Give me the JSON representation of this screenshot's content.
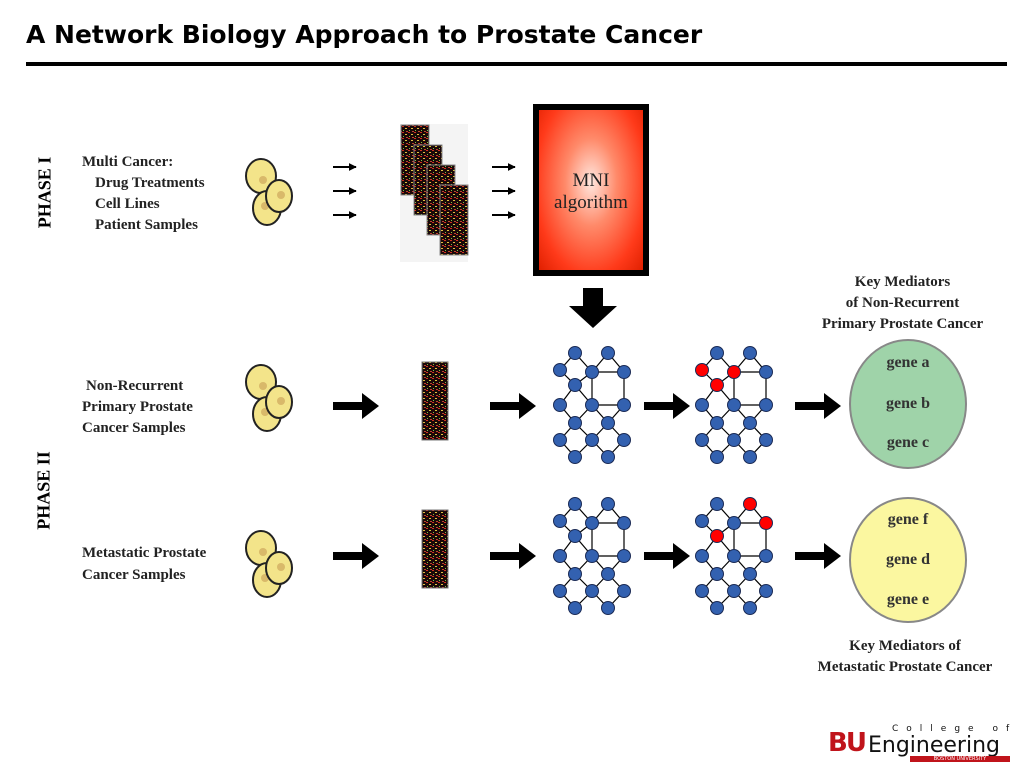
{
  "title": "A Network Biology Approach to Prostate Cancer",
  "phase1": {
    "label": "PHASE I",
    "heading": "Multi Cancer:",
    "items": [
      "Drug Treatments",
      "Cell Lines",
      "Patient Samples"
    ],
    "algorithm_line1": "MNI",
    "algorithm_line2": "algorithm"
  },
  "phase2": {
    "label": "PHASE II",
    "row1": {
      "label_lines": [
        "Non-Recurrent",
        "Primary Prostate",
        "Cancer Samples"
      ],
      "result_title_lines": [
        "Key Mediators",
        "of Non-Recurrent",
        "Primary Prostate Cancer"
      ],
      "genes": [
        "gene a",
        "gene b",
        "gene c"
      ],
      "color": "#9fd3a9"
    },
    "row2": {
      "label_lines": [
        "Metastatic Prostate",
        "Cancer Samples"
      ],
      "result_title_lines": [
        "Key Mediators of",
        "Metastatic Prostate Cancer"
      ],
      "genes": [
        "gene f",
        "gene d",
        "gene e"
      ],
      "color": "#fbf7a0"
    }
  },
  "colors": {
    "cell_fill": "#f3e48a",
    "cell_nucleus": "#d9b96a",
    "node": "#3361b0",
    "node_highlight": "#ff0000",
    "algorithm_box": "#ff3a1a"
  },
  "logo": {
    "bu": "BU",
    "engineering": "Engineering",
    "college_of": "College of",
    "university": "BOSTON UNIVERSITY"
  }
}
